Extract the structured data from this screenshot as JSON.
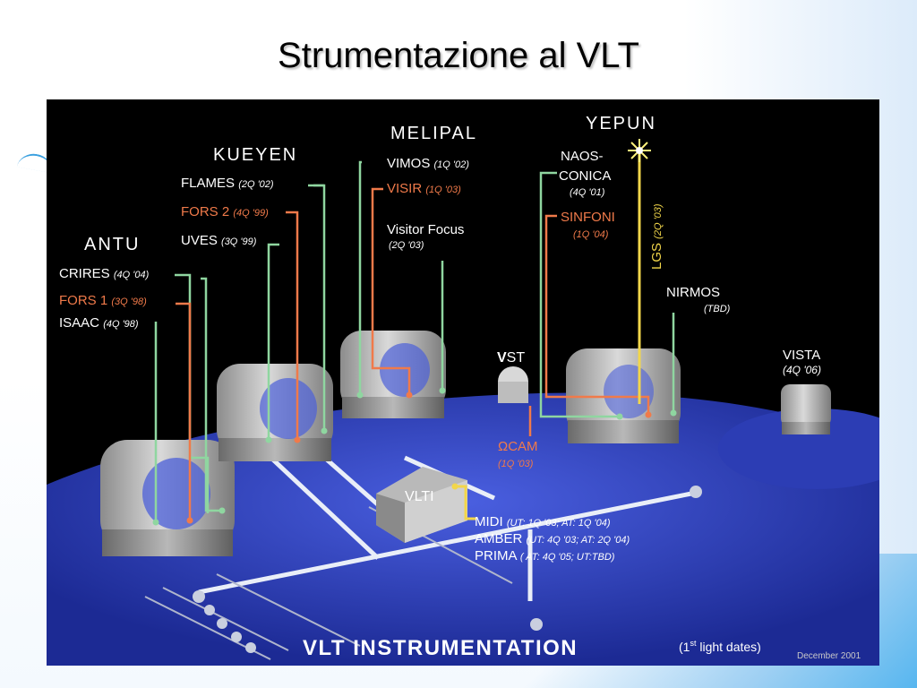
{
  "slide": {
    "title": "Strumentazione al VLT"
  },
  "diagram": {
    "colors": {
      "background": "#000000",
      "platform": "#2a3fb8",
      "green_line": "#8fd6a0",
      "orange_line": "#f07a4a",
      "yellow_line": "#f2d64a",
      "label_white": "#ffffff"
    },
    "telescopes": {
      "antu": {
        "name": "ANTU",
        "instruments": [
          {
            "name": "CRIRES",
            "date": "(4Q '04)",
            "color": "white"
          },
          {
            "name": "FORS 1",
            "date": "(3Q '98)",
            "color": "orange"
          },
          {
            "name": "ISAAC",
            "date": "(4Q '98)",
            "color": "white"
          }
        ]
      },
      "kueyen": {
        "name": "KUEYEN",
        "instruments": [
          {
            "name": "FLAMES",
            "date": "(2Q '02)",
            "color": "white"
          },
          {
            "name": "FORS 2",
            "date": "(4Q '99)",
            "color": "orange"
          },
          {
            "name": "UVES",
            "date": "(3Q '99)",
            "color": "white"
          }
        ]
      },
      "melipal": {
        "name": "MELIPAL",
        "instruments": [
          {
            "name": "VIMOS",
            "date": "(1Q '02)",
            "color": "white"
          },
          {
            "name": "VISIR",
            "date": "(1Q '03)",
            "color": "orange"
          },
          {
            "name": "Visitor Focus",
            "date": "(2Q '03)",
            "color": "white"
          }
        ]
      },
      "yepun": {
        "name": "YEPUN",
        "instruments": [
          {
            "name": "NAOS-",
            "name2": "CONICA",
            "date": "(4Q '01)",
            "color": "white"
          },
          {
            "name": "SINFONI",
            "date": "(1Q '04)",
            "color": "orange"
          },
          {
            "name": "NIRMOS",
            "date": "(TBD)",
            "color": "white"
          }
        ],
        "lgs": {
          "name": "LGS",
          "date": "(2Q '03)"
        }
      }
    },
    "vst": {
      "name_bold": "V",
      "name_rest": "ST",
      "instrument": "ΩCAM",
      "date": "(1Q '03)"
    },
    "vista": {
      "name": "VISTA",
      "date": "(4Q '06)"
    },
    "vlti": {
      "name": "VLTI",
      "instruments": [
        {
          "name": "MIDI",
          "dates": "(UT: 1Q '03; AT: 1Q '04)"
        },
        {
          "name": "AMBER",
          "dates": "(UT: 4Q '03; AT: 2Q '04)"
        },
        {
          "name": "PRIMA",
          "dates": "( AT: 4Q '05; UT:TBD)"
        }
      ]
    },
    "footer": {
      "banner": "VLT INSTRUMENTATION",
      "light_open": "(1",
      "light_sup": "st",
      "light_rest": " light dates)",
      "credit": "December 2001"
    }
  }
}
